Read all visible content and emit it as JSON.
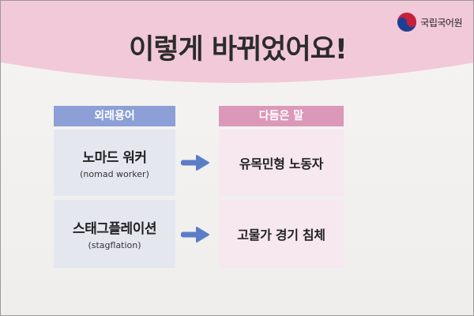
{
  "logo": {
    "text": "국립국어원",
    "icon": "national-institute-emblem-icon"
  },
  "title": "이렇게 바뀌었어요!",
  "columns": {
    "left_header": "외래용어",
    "right_header": "다듬은 말"
  },
  "rows": [
    {
      "foreign_ko": "노마드 워커",
      "foreign_en": "(nomad worker)",
      "refined": "유목민형 노동자"
    },
    {
      "foreign_ko": "스태그플레이션",
      "foreign_en": "(stagflation)",
      "refined": "고물가 경기 침체"
    }
  ],
  "colors": {
    "pink_band": "#f2c9d8",
    "left_header": "#8c9fd6",
    "right_header": "#dc98b9",
    "arrow": "#5b7dc7"
  }
}
